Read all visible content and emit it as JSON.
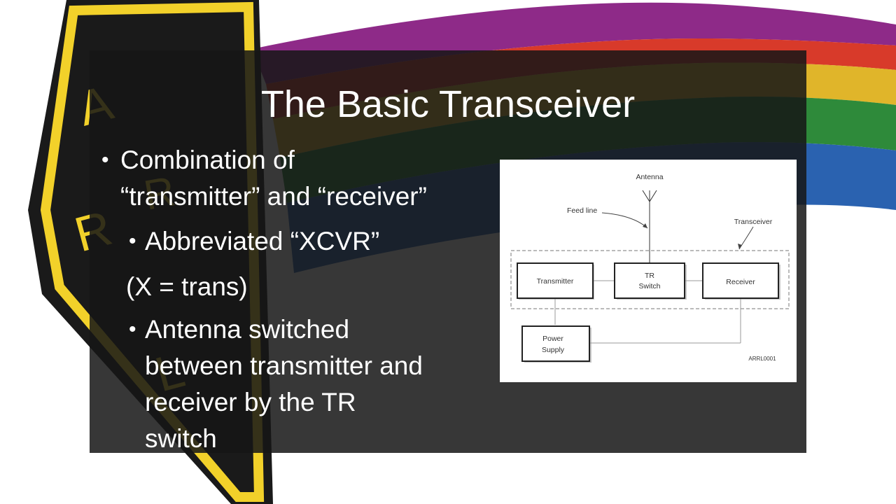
{
  "slide": {
    "title": "The Basic Transceiver",
    "bullets": {
      "b1_line1": "Combination of",
      "b1_line2": "“transmitter” and “receiver”",
      "b2": "Abbreviated “XCVR”",
      "b2_note": "(X = trans)",
      "b3_line1": "Antenna switched",
      "b3_line2": "between transmitter and",
      "b3_line3": "receiver by the TR",
      "b3_line4": "switch"
    },
    "bullet_glyph": "•"
  },
  "diagram": {
    "labels": {
      "antenna": "Antenna",
      "feed_line": "Feed line",
      "transceiver": "Transceiver",
      "transmitter": "Transmitter",
      "tr_switch_line1": "TR",
      "tr_switch_line2": "Switch",
      "receiver": "Receiver",
      "power_supply_line1": "Power",
      "power_supply_line2": "Supply",
      "figure_id": "ARRL0001"
    }
  },
  "background": {
    "logo_letters": [
      "A",
      "R",
      "R",
      "L"
    ],
    "stripe_colors": [
      "#8e2a88",
      "#d83a2a",
      "#e0b52a",
      "#2e8a3a",
      "#2a62b0"
    ]
  }
}
